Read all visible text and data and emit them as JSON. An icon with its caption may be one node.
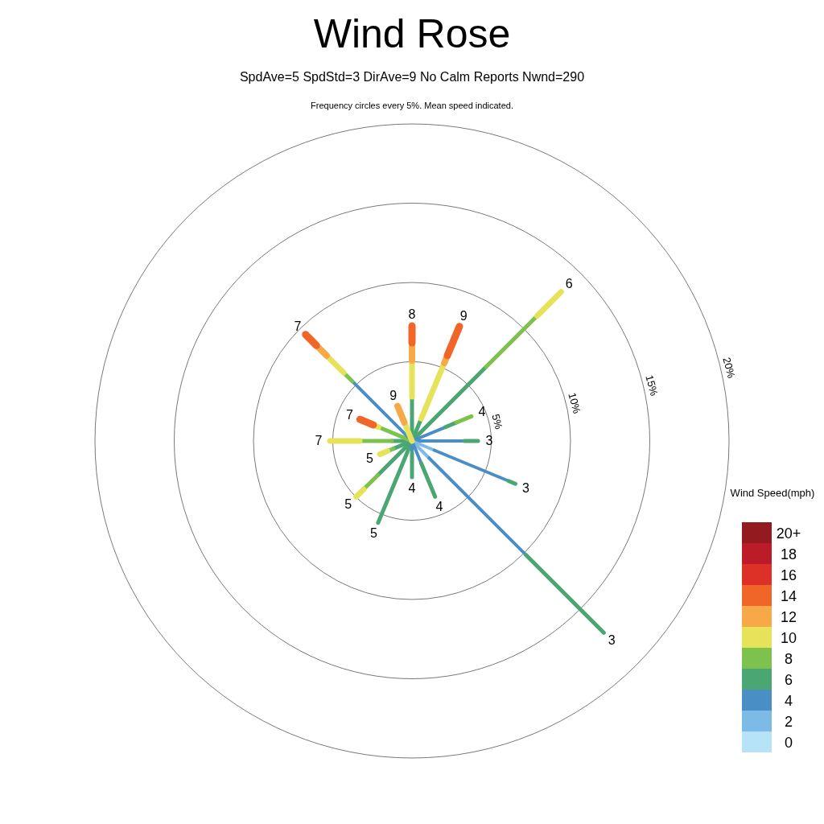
{
  "diagram": {
    "title": "Wind Rose",
    "labels": [
      "SpdAve=5  SpdStd=3  DirAve=9   No Calm Reports  Nwnd=290",
      "Frequency circles every 5%. Mean speed indicated.",
      "8",
      "9",
      "6",
      "4",
      "3",
      "3",
      "3",
      "4",
      "4",
      "5",
      "5",
      "5",
      "7",
      "7",
      "7",
      "9",
      "5%",
      "10%",
      "15%",
      "20%",
      "Wind Speed(mph)"
    ],
    "legend": [
      {
        "text": "20+",
        "color": "#931a1e"
      },
      {
        "text": "18",
        "color": "#bb1c27"
      },
      {
        "text": "16",
        "color": "#dd3027"
      },
      {
        "text": "14",
        "color": "#f26529"
      },
      {
        "text": "12",
        "color": "#f7a847"
      },
      {
        "text": "10",
        "color": "#e6e25a"
      },
      {
        "text": "8",
        "color": "#7dc24c"
      },
      {
        "text": "6",
        "color": "#4aa774"
      },
      {
        "text": "4",
        "color": "#4a8ec6"
      },
      {
        "text": "2",
        "color": "#7cbbe6"
      },
      {
        "text": "0",
        "color": "#b6e3f7"
      }
    ]
  }
}
